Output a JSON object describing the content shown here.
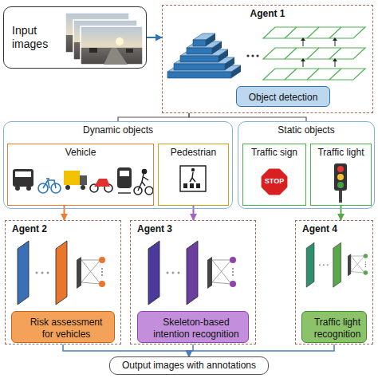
{
  "diagram": {
    "nodes": [
      {
        "text": [
          "Input images"
        ]
      },
      {
        "text": [
          "Agent 1"
        ]
      },
      {
        "text": [
          "Object detection"
        ],
        "in": 1
      },
      {
        "text": [
          "Dynamic objects"
        ]
      },
      {
        "text": [
          "Vehicle"
        ],
        "in": 3
      },
      {
        "text": [
          "Pedestrian"
        ],
        "in": 3
      },
      {
        "text": [
          "Static objects"
        ]
      },
      {
        "text": [
          "Traffic sign"
        ],
        "in": 6
      },
      {
        "text": [
          "Traffic light"
        ],
        "in": 6
      },
      {
        "text": [
          "Agent 2"
        ]
      },
      {
        "text": [
          "Risk assessment for vehicles"
        ],
        "in": 9
      },
      {
        "text": [
          "Agent 3"
        ]
      },
      {
        "text": [
          "Skeleton-based intention recognition"
        ],
        "in": 11
      },
      {
        "text": [
          "Agent 4"
        ]
      },
      {
        "text": [
          "Traffic light recognition"
        ],
        "in": 13
      },
      {
        "text": [
          "Output images with annotations"
        ]
      }
    ],
    "edges": [
      {
        "from": 0,
        "to": 1,
        "arrow": "to"
      },
      {
        "from": 1,
        "to": 3,
        "arrow": "none"
      },
      {
        "from": 1,
        "to": 6,
        "arrow": "none"
      },
      {
        "from": 4,
        "to": 9,
        "arrow": "to"
      },
      {
        "from": 5,
        "to": 11,
        "arrow": "to"
      },
      {
        "from": 8,
        "to": 13,
        "arrow": "to"
      },
      {
        "from": 9,
        "to": 15,
        "arrow": "to"
      },
      {
        "from": 11,
        "to": 15,
        "arrow": "to"
      },
      {
        "from": 13,
        "to": 15,
        "arrow": "to"
      }
    ],
    "labels": [
      "STOP"
    ]
  }
}
